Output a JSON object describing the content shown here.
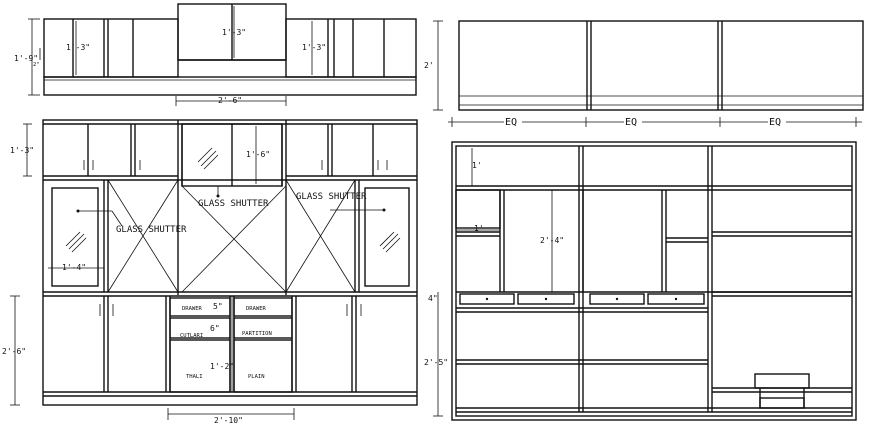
{
  "dimensions": {
    "top_left_height": "1'-9\"",
    "top_left_sub": "2\"",
    "top_left_panel_a": "1'-3\"",
    "top_center_panel": "1'-3\"",
    "top_right_panel": "1'-3\"",
    "top_center_width": "2'-6\"",
    "mid_upper_height": "1'-3\"",
    "mid_center_glass": "1'-6\"",
    "mid_side_width": "1'-4\"",
    "bottom_height": "2'-6\"",
    "drawer_a": "5\"",
    "drawer_b": "6\"",
    "drawer_c": "1'-2\"",
    "bottom_width": "2'-10\"",
    "right_top_height": "2'",
    "right_small": "1'",
    "right_shelf": "1'",
    "right_center": "2'-4\"",
    "right_lower_small": "4\"",
    "right_lower_height": "2'-5\""
  },
  "labels": {
    "eq_1": "EQ",
    "eq_2": "EQ",
    "eq_3": "EQ",
    "glass_shutter_left": "GLASS SHUTTER",
    "glass_shutter_center": "GLASS SHUTTER",
    "glass_shutter_right": "GLASS SHUTTER",
    "drawer_1": "DRAWER",
    "drawer_2": "DRAWER",
    "cutlari": "CUTLARI",
    "partition": "PARTITION",
    "thali": "THALI",
    "plain": "PLAIN"
  }
}
